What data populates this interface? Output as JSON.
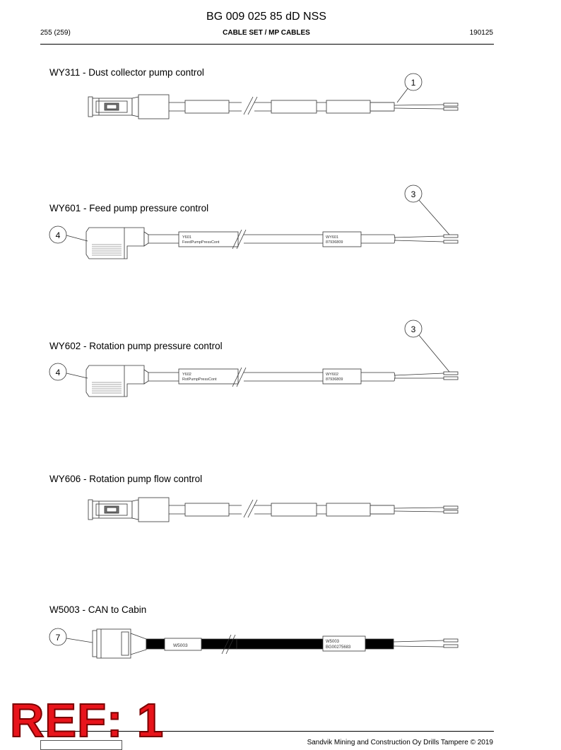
{
  "header": {
    "doc_number": "BG 009 025 85 dD NSS",
    "page": "255 (259)",
    "section": "CABLE SET / MP CABLES",
    "date": "190125"
  },
  "cables": [
    {
      "title": "WY311 - Dust collector pump control",
      "callouts": [
        "1"
      ],
      "labels": []
    },
    {
      "title": "WY601 - Feed pump pressure control",
      "callouts": [
        "3",
        "4"
      ],
      "labels": [
        [
          "Y601",
          "FeedPumpPressCont"
        ],
        [
          "WY601",
          "87936809"
        ]
      ]
    },
    {
      "title": "WY602 - Rotation pump pressure control",
      "callouts": [
        "3",
        "4"
      ],
      "labels": [
        [
          "Y602",
          "RotPumpPressCont"
        ],
        [
          "WY602",
          "87936809"
        ]
      ]
    },
    {
      "title": "WY606 - Rotation pump flow control",
      "callouts": [],
      "labels": []
    },
    {
      "title": "W5003 - CAN to Cabin",
      "callouts": [
        "7"
      ],
      "labels": [
        [
          "W5003"
        ],
        [
          "W5003",
          "BG00275683"
        ]
      ]
    }
  ],
  "stamp": "REF: 1",
  "footer": {
    "copyright": "Sandvik Mining and Construction Oy Drills Tampere © 2019"
  }
}
